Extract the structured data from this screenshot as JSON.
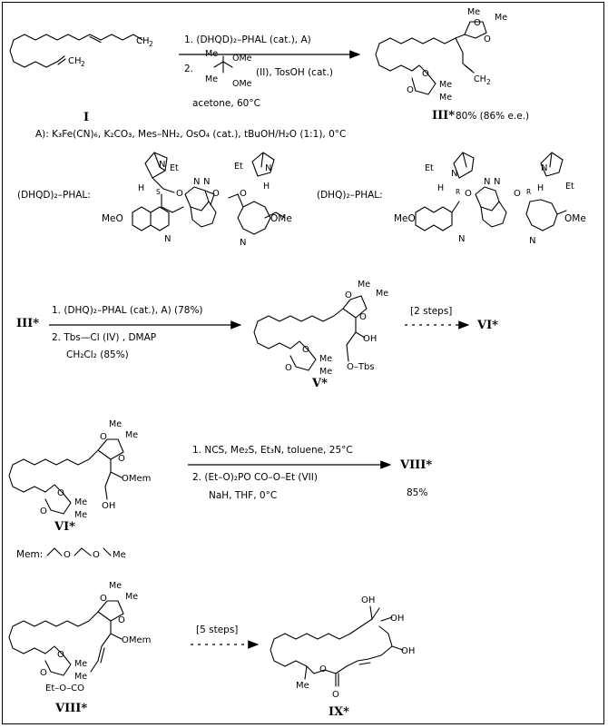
{
  "step1": {
    "cond1": "1. (DHQD)₂–PHAL (cat.), A)",
    "cond2_a": "2.",
    "cond2_b": "(II), TosOH (cat.)",
    "cond3": "acetone, 60°C",
    "reagent_label": "(II)",
    "reagent_labels": [
      "Me",
      "Me",
      "OMe",
      "OMe"
    ],
    "start_label": "I",
    "product_label": "III*",
    "product_yield": "80% (86% e.e.)",
    "reaction_A": "A):  K₃Fe(CN)₆, K₂CO₃, Mes–NH₂, OsO₄ (cat.), tBuOH/H₂O (1:1), 0°C"
  },
  "ligands": {
    "dhqd_label": "(DHQD)₂–PHAL:",
    "dhq_label": "(DHQ)₂–PHAL:",
    "atoms": [
      "N",
      "Et",
      "H",
      "S",
      "O",
      "N",
      "N",
      "O",
      "MeO",
      "N",
      "OMe",
      "N",
      "Et",
      "H",
      "R",
      "O",
      "N",
      "N",
      "O",
      "R",
      "H",
      "Et",
      "N",
      "MeO",
      "OMe",
      "N",
      "N"
    ]
  },
  "step2": {
    "start_label": "III*",
    "cond1": "1. (DHQ)₂–PHAL (cat.), A)  (78%)",
    "cond2": "2. Tbs—Cl  (IV) , DMAP",
    "cond3": "CH₂Cl₂  (85%)",
    "product_label": "V*",
    "product_atoms": [
      "O",
      "O",
      "Me",
      "Me",
      "OH",
      "O–Tbs",
      "O",
      "O",
      "Me",
      "Me"
    ],
    "steps_note": "[2 steps]",
    "next_label": "VI*"
  },
  "step3": {
    "start_label": "VI*",
    "start_atoms": [
      "Me",
      "Me",
      "O",
      "O",
      "OMem",
      "OH",
      "O",
      "O",
      "Me",
      "Me"
    ],
    "mem_label": "Mem:",
    "mem_atoms": [
      "O",
      "O",
      "Me"
    ],
    "cond1": "1. NCS, Me₂S, Et₃N, toluene,  25°C",
    "cond2": "2. (Et–O)₂PO   CO–O–Et   (VII)",
    "cond3": "NaH, THF, 0°C",
    "product_label": "VIII*",
    "product_yield": "85%"
  },
  "step4": {
    "start_label": "VIII*",
    "start_atoms": [
      "Me",
      "Me",
      "O",
      "O",
      "OMem",
      "O",
      "O",
      "Me",
      "Me",
      "Et–O–CO"
    ],
    "steps_note": "[5 steps]",
    "product_label": "IX*",
    "product_atoms": [
      "OH",
      "OH",
      "OH",
      "O",
      "O",
      "Me"
    ]
  }
}
